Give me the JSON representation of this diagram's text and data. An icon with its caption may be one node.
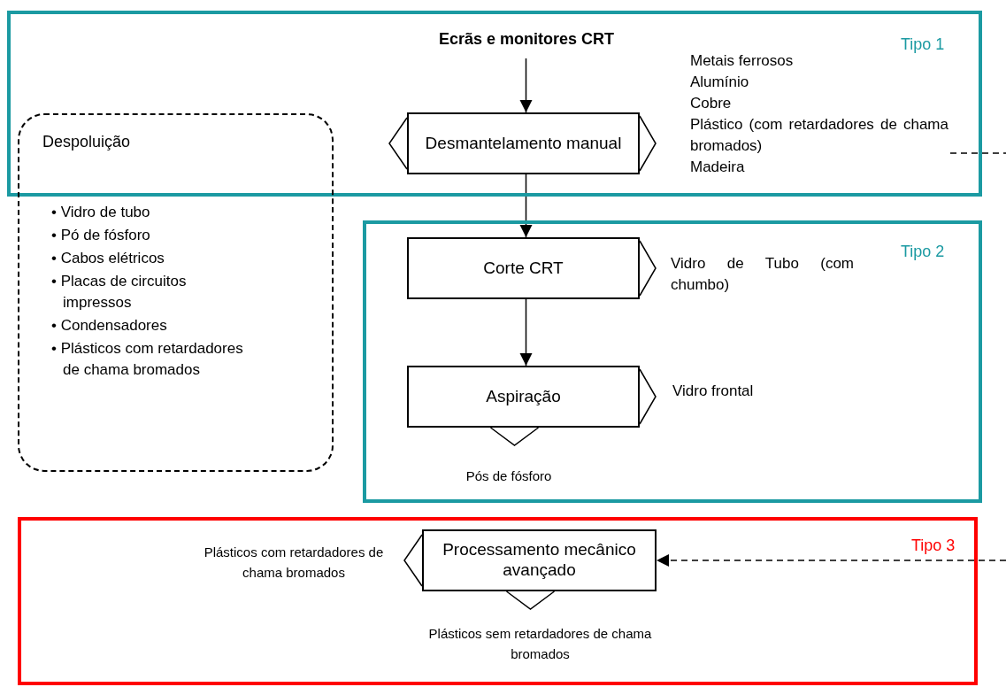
{
  "diagram": {
    "nodes": [
      {
        "text": [
          "Tipo 1"
        ]
      },
      {
        "text": [
          "Tipo 2"
        ]
      },
      {
        "text": [
          "Tipo 3"
        ]
      },
      {
        "text": [
          "Despoluição",
          "• Vidro de tubo",
          "• Pó de fósforo",
          "• Cabos elétricos",
          "• Placas de circuitos impressos",
          "• Condensadores",
          "• Plásticos com retardadores de chama bromados"
        ]
      },
      {
        "text": [
          "Ecrãs e monitores CRT"
        ],
        "in": 0
      },
      {
        "text": [
          "Desmantelamento manual"
        ],
        "in": 0
      },
      {
        "text": [
          "Metais ferrosos",
          "Alumínio",
          "Cobre",
          "Plástico (com retardadores de chama bromados)",
          "Madeira"
        ],
        "in": 0
      },
      {
        "text": [
          "Corte CRT"
        ],
        "in": 1,
        "beside": [
          "Vidro de Tubo (com chumbo)"
        ]
      },
      {
        "text": [
          "Aspiração"
        ],
        "in": 1,
        "beside": [
          "Vidro frontal",
          "Pós de fósforo"
        ]
      },
      {
        "text": [
          "Processamento mecânico avançado"
        ],
        "in": 2,
        "beside": [
          "Plásticos com retardadores de chama bromados",
          "Plásticos sem retardadores de chama bromados"
        ]
      }
    ],
    "edges": [
      {
        "from": 4,
        "to": 5,
        "arrow": "to"
      },
      {
        "from": 5,
        "to": 7,
        "arrow": "to"
      },
      {
        "from": 7,
        "to": 8,
        "arrow": "to"
      },
      {
        "from": 6,
        "to": null,
        "arrow": "none",
        "style": "dashed"
      },
      {
        "from": null,
        "to": 9,
        "arrow": "to",
        "style": "dashed"
      }
    ]
  }
}
